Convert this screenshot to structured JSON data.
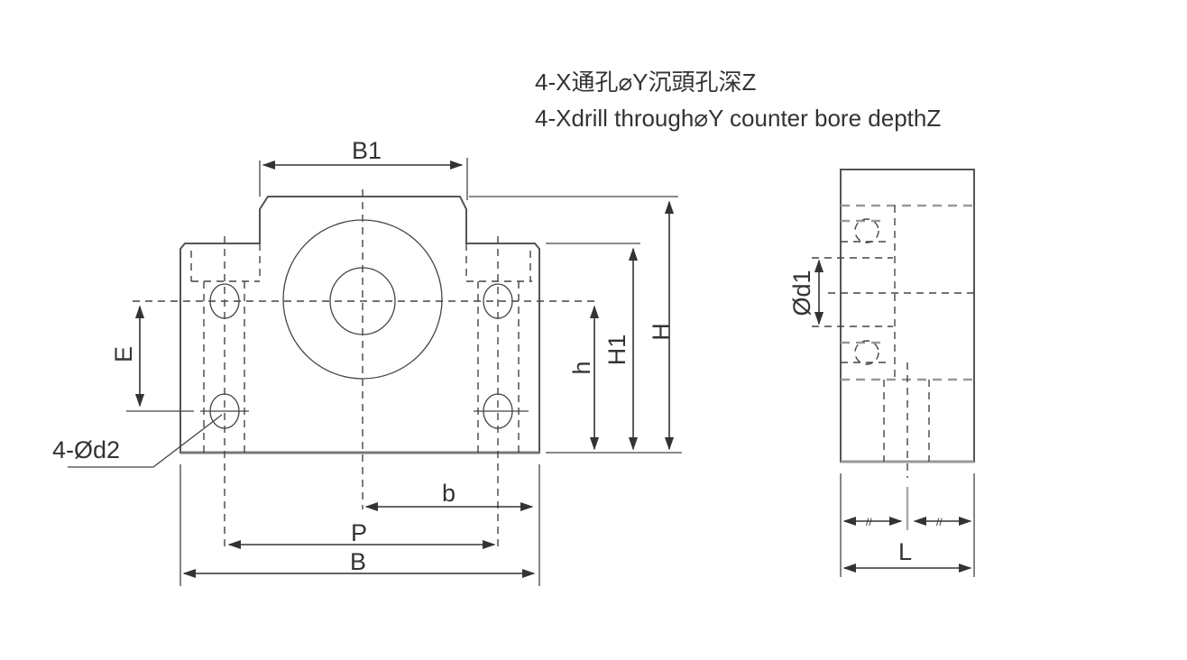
{
  "notes": {
    "chinese": "4-X通孔⌀Y沉頭孔深Z",
    "english": "4-Xdrill through⌀Y counter bore depthZ"
  },
  "front_view": {
    "B1": "B1",
    "H": "H",
    "H1": "H1",
    "h": "h",
    "E": "E",
    "hole_callout": "4-Ød2",
    "b": "b",
    "P": "P",
    "B": "B"
  },
  "side_view": {
    "d1": "Ød1",
    "L": "L",
    "half_mark": "//"
  },
  "colors": {
    "line": "#444444",
    "hidden_gray": "#999999"
  }
}
